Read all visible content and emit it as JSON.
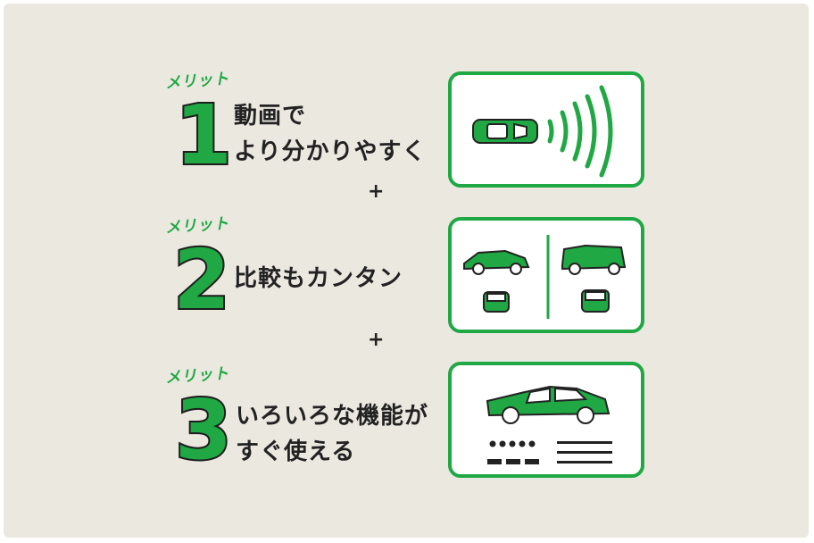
{
  "merits": [
    {
      "label": "メリット",
      "number": "1",
      "lines": [
        "動画で",
        "より分かりやすく"
      ]
    },
    {
      "label": "メリット",
      "number": "2",
      "lines": [
        "比較もカンタン"
      ]
    },
    {
      "label": "メリット",
      "number": "3",
      "lines": [
        "いろいろな機能が",
        "すぐ使える"
      ]
    }
  ],
  "plus": "+",
  "colors": {
    "accent": "#1fa843",
    "text": "#222222",
    "background": "#ebe8e0"
  }
}
